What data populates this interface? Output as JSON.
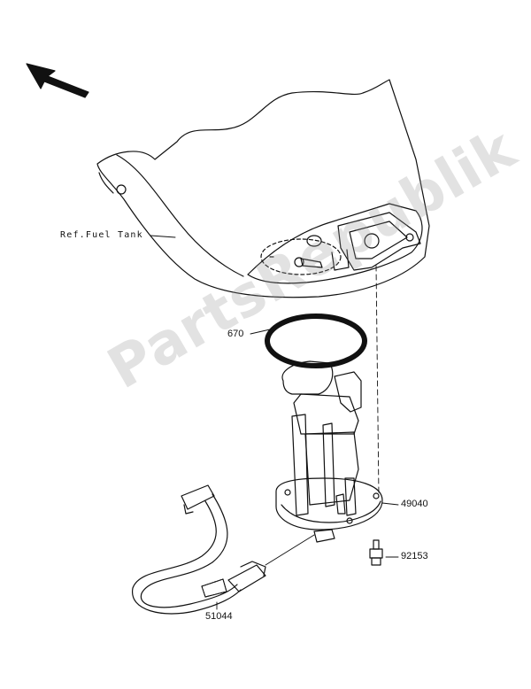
{
  "labels": {
    "ref_fuel_tank": "Ref.Fuel Tank",
    "part_670": "670",
    "part_49040": "49040",
    "part_92153": "92153",
    "part_51044": "51044"
  },
  "watermark": "PartsRepublik",
  "colors": {
    "line": "#111111",
    "watermark": "#999999"
  }
}
